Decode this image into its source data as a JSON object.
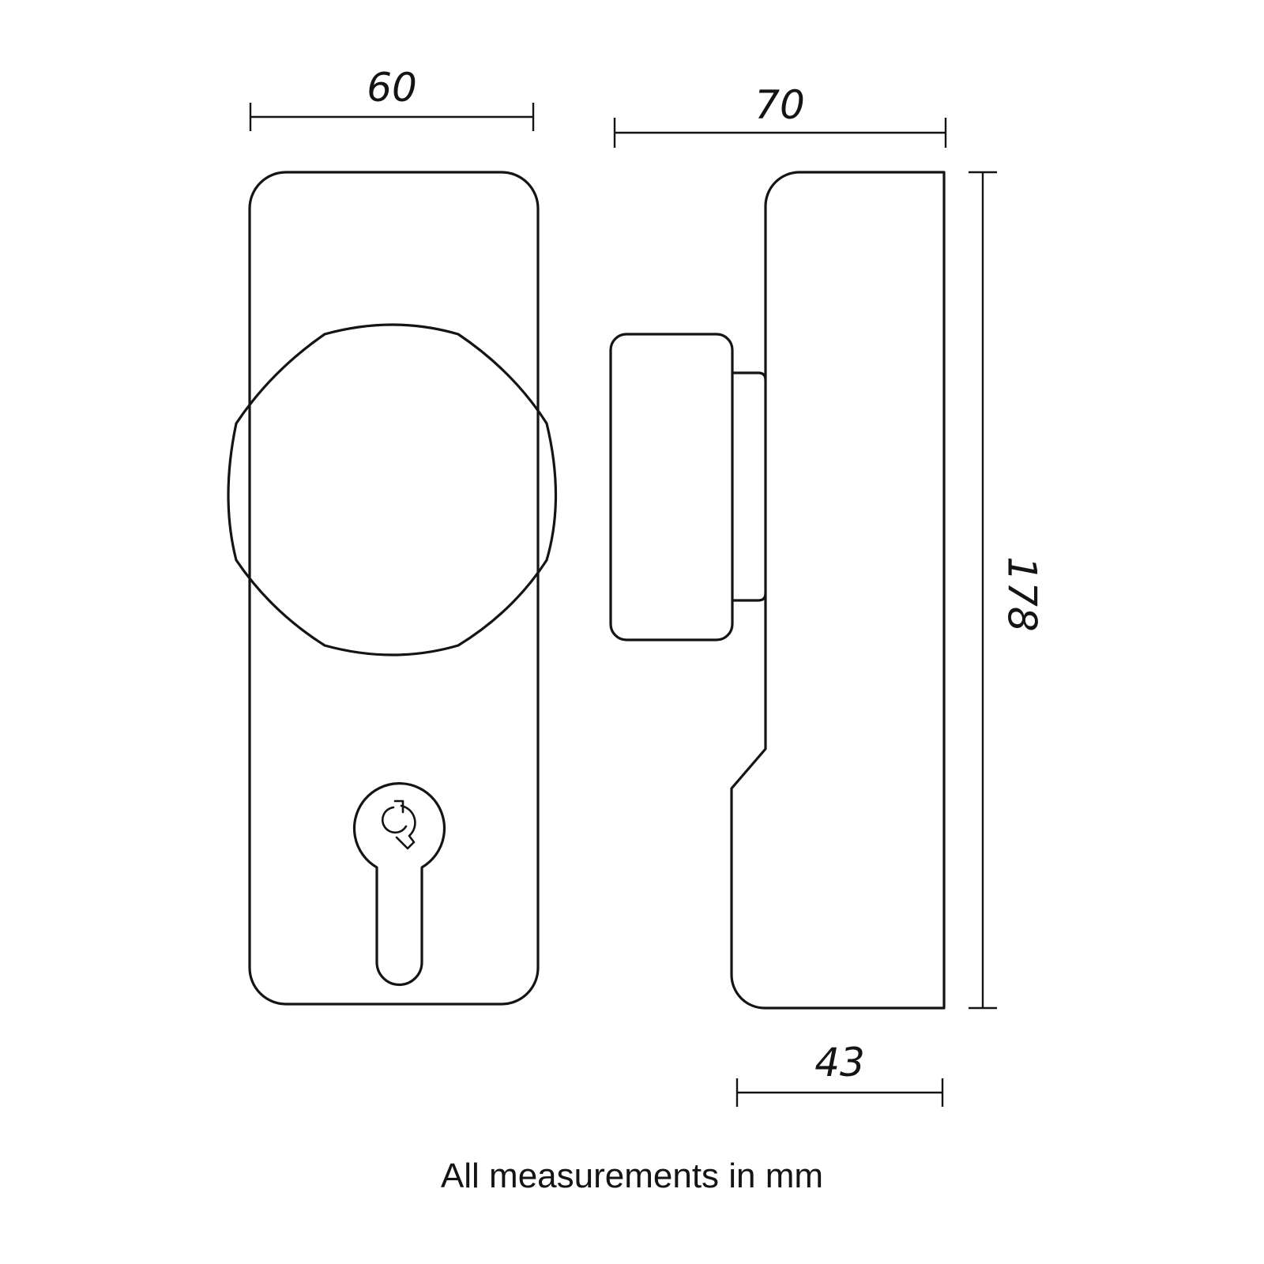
{
  "dimensions": {
    "front_width": "60",
    "side_depth": "70",
    "height": "178",
    "base_depth": "43"
  },
  "caption": "All measurements in mm",
  "colors": {
    "line": "#141414",
    "background": "#ffffff"
  }
}
